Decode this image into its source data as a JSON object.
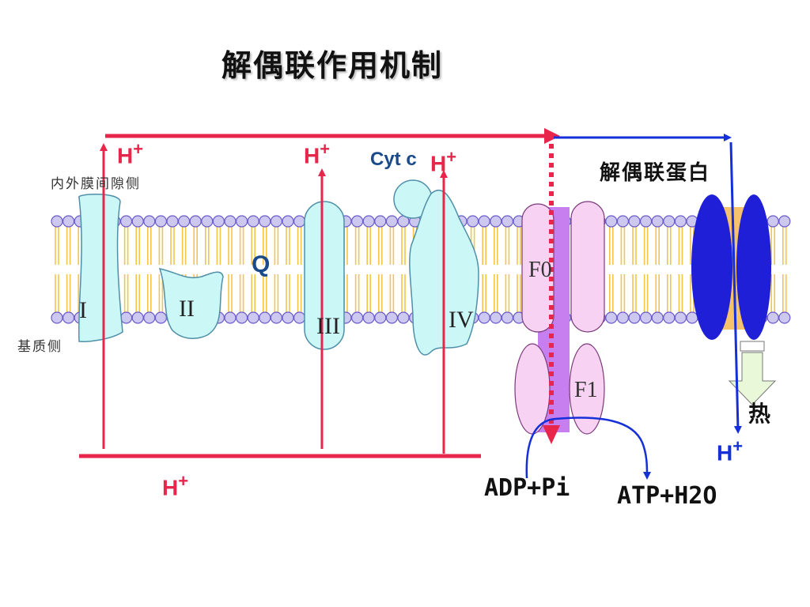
{
  "title": "解偶联作用机制",
  "labels": {
    "intermembrane_side": "内外膜间隙侧",
    "matrix_side": "基质侧",
    "cyt_c": "Cyt c",
    "q": "Q",
    "complex_1": "I",
    "complex_2": "II",
    "complex_3": "III",
    "complex_4": "IV",
    "f0": "F0",
    "f1": "F1",
    "uncoupling_protein": "解偶联蛋白",
    "heat": "热",
    "adp": "ADP+Pi",
    "atp": "ATP+H2O"
  },
  "proton_labels": {
    "h": "H",
    "plus": "+"
  },
  "colors": {
    "red_arrow": "#e8254b",
    "blue_arrow": "#1530d8",
    "complex_fill": "#ccf7f7",
    "complex_stroke": "#4f8fa8",
    "atp_synthase_fill": "#f8d2f2",
    "atp_synthase_core": "#c77ff0",
    "uncoupler_blue": "#1f1fd8",
    "uncoupler_core": "#f6c26b",
    "lipid_head": "#ccc8f0",
    "lipid_tail": "#f5c44a",
    "heat_arrow": "#e8f8d8"
  }
}
